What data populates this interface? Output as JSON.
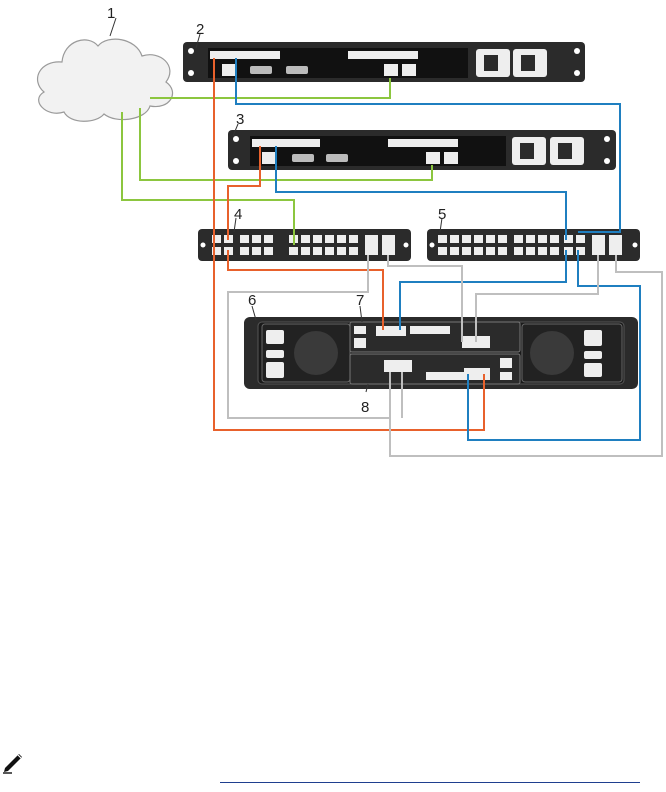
{
  "callouts": {
    "c1": "1",
    "c2": "2",
    "c3": "3",
    "c4": "4",
    "c5": "5",
    "c6": "6",
    "c7": "7",
    "c8": "8"
  },
  "colors": {
    "cable_orange": "#e8612c",
    "cable_blue": "#1f7fc0",
    "cable_green": "#8cc63f",
    "cable_gray": "#bfbfbf",
    "chassis_dark": "#2b2b2b",
    "cloud_fill": "#f2f2f2"
  },
  "icons": {
    "note": "note-pencil-icon"
  }
}
